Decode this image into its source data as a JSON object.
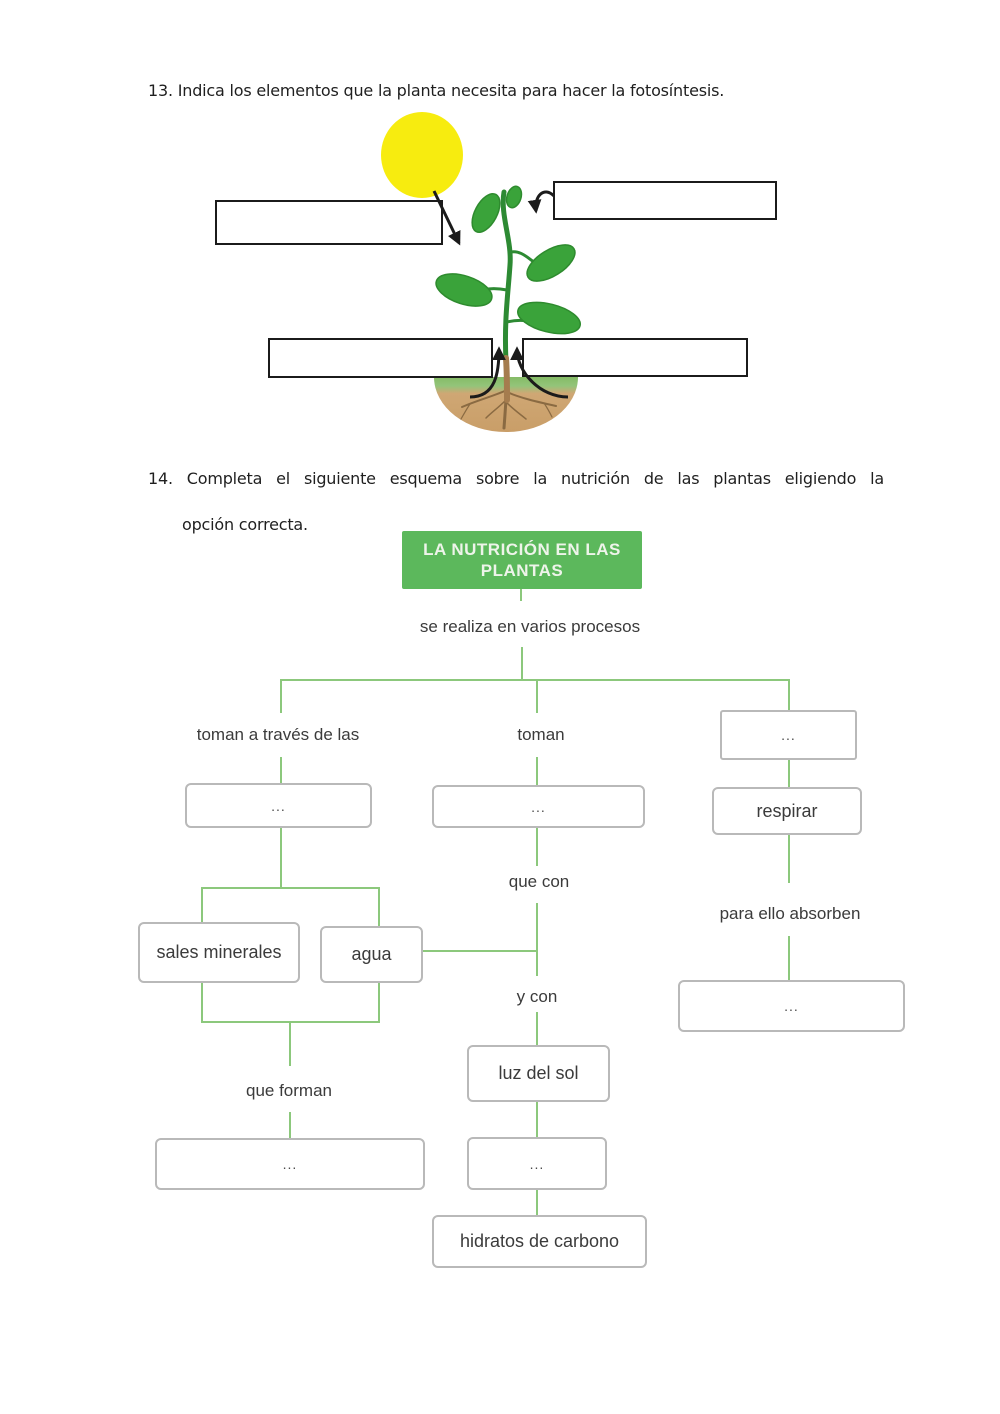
{
  "page": {
    "background": "#ffffff"
  },
  "questions": {
    "q13": {
      "heading": "13. Indica los elementos que la planta necesita para hacer la fotosíntesis."
    },
    "q14": {
      "heading_line1": "14. Completa el siguiente esquema sobre la nutrición de las plantas eligiendo la",
      "heading_line2": "opción correcta."
    }
  },
  "figure13": {
    "elements": [
      "sun",
      "seedling-plant",
      "soil-mound-with-roots",
      "black-arrows"
    ],
    "answer_boxes": {
      "left": "",
      "top_right": "",
      "bottom_left": "",
      "bottom_right": ""
    },
    "colors": {
      "sun": "#f7ec0f",
      "leaf": "#3aa33a",
      "stem": "#2d8a33",
      "soil": "#d0a675",
      "grass": "#8abf6e",
      "root": "#8a6a42",
      "arrow": "#1b1b1b",
      "box_border": "#1b1b1b"
    }
  },
  "flowchart": {
    "title": "LA NUTRICIÓN EN LAS PLANTAS",
    "subtitle": "se realiza en varios procesos",
    "labels": {
      "toman_a_traves": "toman a través de las",
      "toman": "toman",
      "que_con": "que con",
      "y_con": "y con",
      "que_forman": "que forman",
      "para_ello_absorben": "para ello absorben"
    },
    "nodes": {
      "left_blank_1": "...",
      "mid_blank_1": "...",
      "right_blank_1": "...",
      "respirar": "respirar",
      "sales_minerales": "sales minerales",
      "agua": "agua",
      "left_blank_2": "...",
      "luz_del_sol": "luz del sol",
      "mid_blank_2": "...",
      "right_blank_2": "...",
      "hidratos_de_carbono": "hidratos de carbono"
    },
    "colors": {
      "title_bg": "#5cb85c",
      "title_text": "#eef4ea",
      "connector": "#8cc87c",
      "node_border": "#b9b9b9",
      "node_text": "#3b3b3b"
    }
  }
}
